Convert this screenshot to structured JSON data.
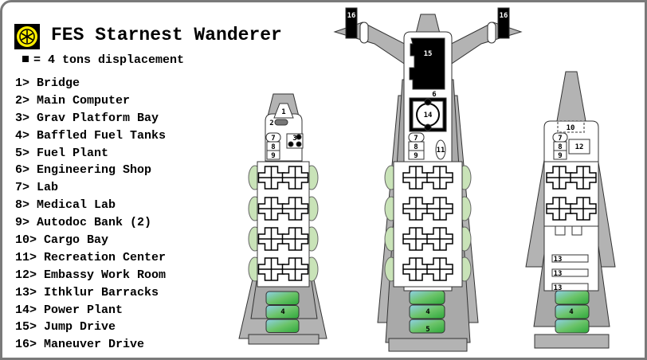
{
  "title": "FES Starnest Wanderer",
  "scale_note": "= 4 tons displacement",
  "legend": [
    "1> Bridge",
    "2> Main Computer",
    "3> Grav Platform Bay",
    "4> Baffled Fuel Tanks",
    "5> Fuel Plant",
    "6> Engineering Shop",
    "7> Lab",
    "8> Medical Lab",
    "9> Autodoc Bank (2)",
    "10> Cargo Bay",
    "11> Recreation Center",
    "12> Embassy Work Room",
    "13> Ithklur Barracks",
    "14> Power Plant",
    "15> Jump Drive",
    "16> Maneuver Drive"
  ],
  "colors": {
    "hull": "#b3b3b3",
    "logo_bg": "#000000",
    "logo_fg": "#ffee00",
    "tank_a": "#8fd0e8",
    "tank_b": "#2ea83a"
  },
  "ships": {
    "left": {
      "labels": [
        "1",
        "2",
        "3",
        "7",
        "8",
        "9",
        "4"
      ]
    },
    "center": {
      "labels": [
        "16",
        "16",
        "15",
        "6",
        "14",
        "7",
        "8",
        "9",
        "11",
        "4",
        "5"
      ]
    },
    "right": {
      "labels": [
        "10",
        "12",
        "7",
        "8",
        "9",
        "13",
        "13",
        "13",
        "4"
      ]
    }
  }
}
